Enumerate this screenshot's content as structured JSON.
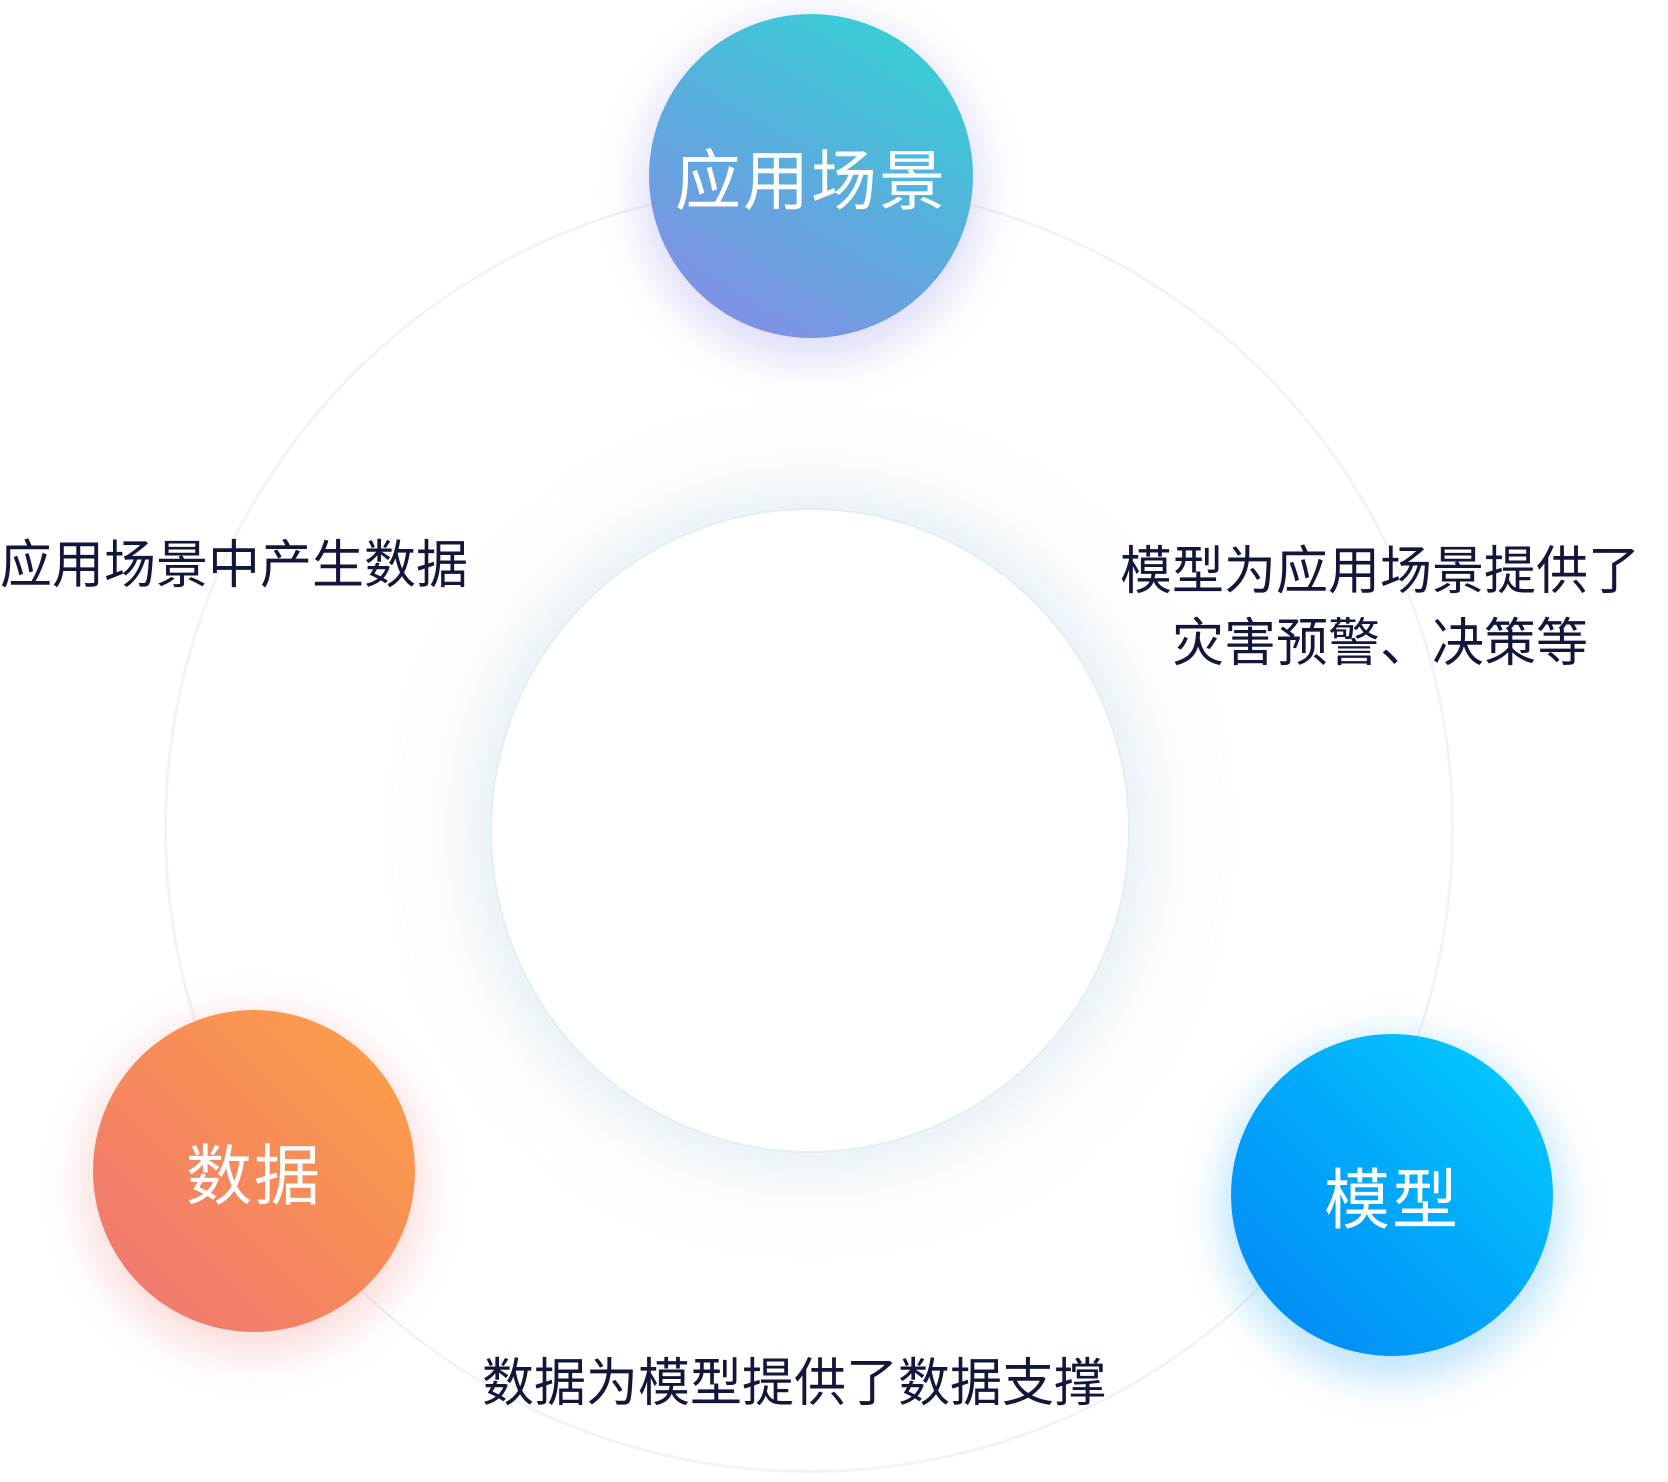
{
  "nodes": {
    "scene": "应用场景",
    "data": "数据",
    "model": "模型"
  },
  "relations": {
    "scene_to_data": "应用场景中产生数据",
    "model_to_scene": [
      "模型为应用场景提供了",
      "灾害预警、决策等"
    ],
    "data_to_model": "数据为模型提供了数据支撑"
  },
  "colors": {
    "scene_gradient": [
      "#8c87e6",
      "#2dd8d2"
    ],
    "data_gradient": [
      "#ec7478",
      "#fda145"
    ],
    "model_gradient": [
      "#0285f5",
      "#04d0ff"
    ],
    "caption_text": "#12163a"
  }
}
